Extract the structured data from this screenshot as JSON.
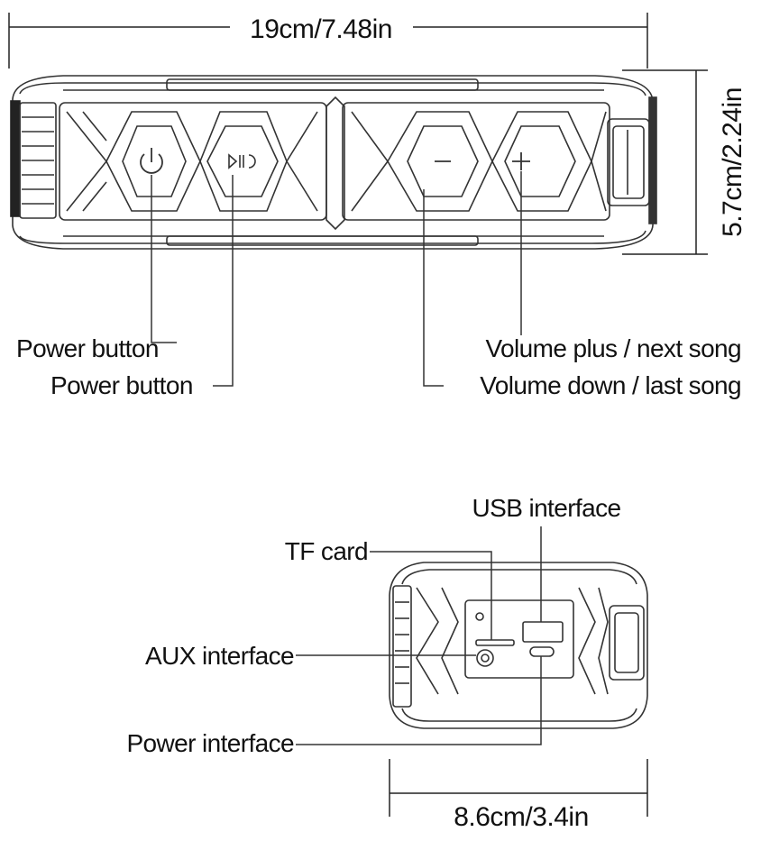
{
  "dimensions": {
    "length": "19cm/7.48in",
    "height": "5.7cm/2.24in",
    "depth": "8.6cm/3.4in"
  },
  "top_view_labels": {
    "power_button_1": "Power button",
    "power_button_2": "Power button",
    "volume_plus": "Volume plus / next song",
    "volume_down": "Volume down / last song"
  },
  "side_view_labels": {
    "usb": "USB interface",
    "tf_card": "TF card",
    "aux": "AUX interface",
    "power_interface": "Power interface"
  },
  "icons": [
    "power-icon",
    "play-pause-icon",
    "minus-icon",
    "plus-icon"
  ]
}
